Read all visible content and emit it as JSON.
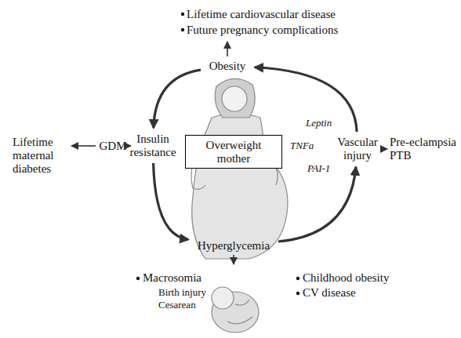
{
  "diagram": {
    "nodes": [
      {
        "text": [
          "Overweight mother"
        ]
      },
      {
        "text": [
          "Obesity"
        ]
      },
      {
        "text": [
          "Insulin resistance"
        ]
      },
      {
        "text": [
          "Hyperglycemia"
        ]
      },
      {
        "text": [
          "Vascular injury"
        ]
      },
      {
        "text": [
          "Lifetime cardiovascular disease",
          "Future pregnancy complications"
        ]
      },
      {
        "text": [
          "GDM"
        ]
      },
      {
        "text": [
          "Lifetime maternal diabetes"
        ]
      },
      {
        "text": [
          "Pre-eclampsia PTB"
        ]
      },
      {
        "text": [
          "Macrosomia",
          "Birth injury",
          "Cesarean",
          "Childhood obesity",
          "CV disease"
        ]
      }
    ],
    "edges": [
      {
        "from": 1,
        "to": 2,
        "arrow": "to"
      },
      {
        "from": 2,
        "to": 3,
        "arrow": "to"
      },
      {
        "from": 3,
        "to": 4,
        "arrow": "to"
      },
      {
        "from": 4,
        "to": 1,
        "arrow": "to"
      },
      {
        "from": 1,
        "to": 5,
        "arrow": "to"
      },
      {
        "from": 2,
        "to": 6,
        "arrow": "to"
      },
      {
        "from": 6,
        "to": 7,
        "arrow": "to"
      },
      {
        "from": 4,
        "to": 8,
        "arrow": "to"
      },
      {
        "from": 3,
        "to": 9,
        "arrow": "to"
      }
    ],
    "labels": [
      "Leptin",
      "TNFa",
      "PAI-1"
    ]
  }
}
